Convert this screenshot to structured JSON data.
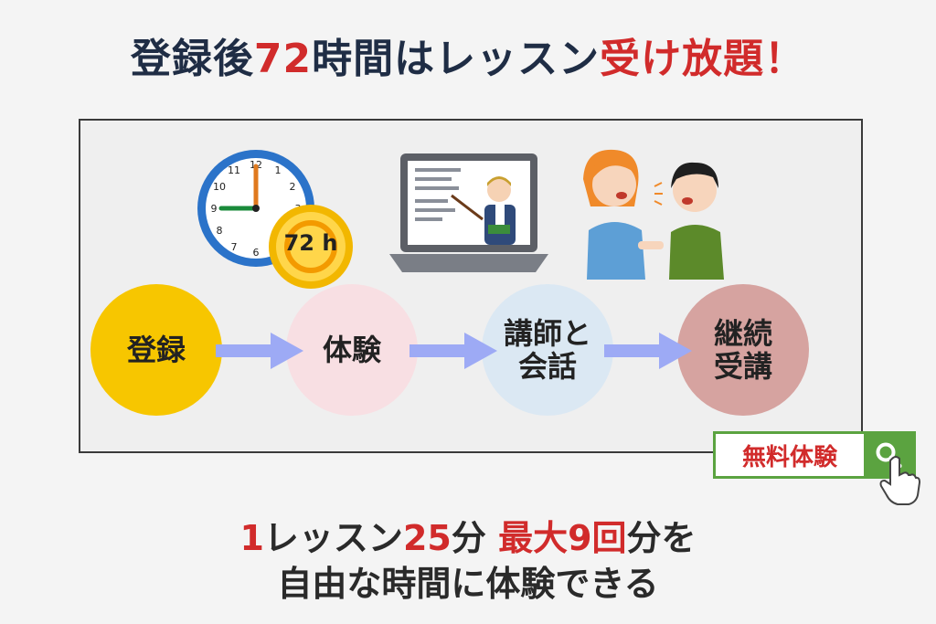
{
  "headline": {
    "part1": "登録後",
    "part2": "72",
    "part3": "時間はレッスン",
    "part4": "受け放題！"
  },
  "clock_badge": "72 h",
  "steps": [
    {
      "line1": "登録",
      "line2": ""
    },
    {
      "line1": "体験",
      "line2": ""
    },
    {
      "line1": "講師と",
      "line2": "会話"
    },
    {
      "line1": "継続",
      "line2": "受講"
    }
  ],
  "search": {
    "label": "無料体験"
  },
  "bottom": {
    "l1_a": "1",
    "l1_b": "レッスン",
    "l1_c": "25",
    "l1_d": "分 ",
    "l1_e": "最大9回",
    "l1_f": "分を",
    "line2": "自由な時間に体験できる"
  },
  "colors": {
    "accent_red": "#d12b2b",
    "navy": "#1f2d45",
    "step1": "#f7c600",
    "step2": "#f8dfe3",
    "step3": "#dbe8f3",
    "step4": "#d6a3a0",
    "arrow": "#9daaf5",
    "search_green": "#5ba340"
  }
}
